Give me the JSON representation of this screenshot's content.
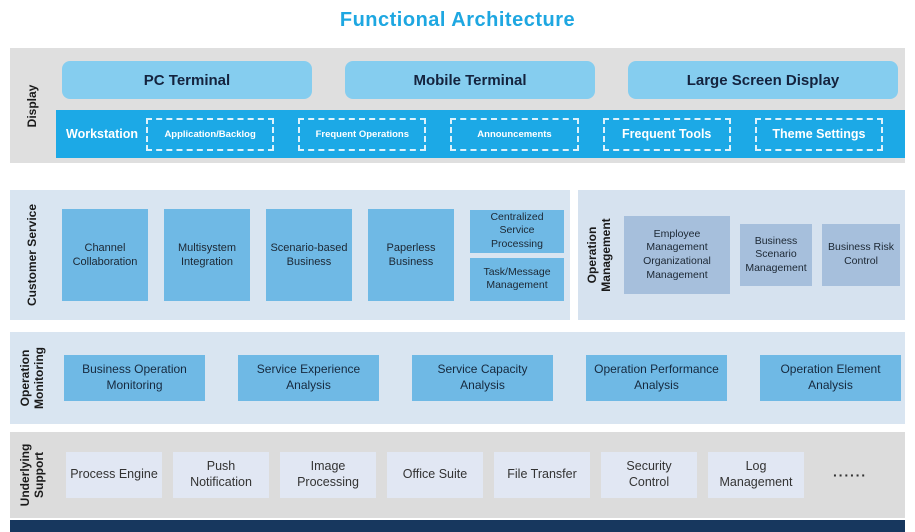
{
  "title": "Functional Architecture",
  "display": {
    "label": "Display",
    "terminals": [
      "PC Terminal",
      "Mobile Terminal",
      "Large Screen Display"
    ],
    "workstation": {
      "label": "Workstation",
      "items": [
        "Application/Backlog",
        "Frequent Operations",
        "Announcements",
        "Frequent Tools",
        "Theme Settings"
      ]
    }
  },
  "customer_service": {
    "label": "Customer Service",
    "boxes": [
      "Channel Collaboration",
      "Multisystem Integration",
      "Scenario-based Business",
      "Paperless Business"
    ],
    "stacked": [
      "Centralized Service Processing",
      "Task/Message Management"
    ]
  },
  "operation_management": {
    "label": "Operation Management",
    "boxes": [
      "Employee Management Organizational Management",
      "Business Scenario Management",
      "Business Risk Control"
    ]
  },
  "operation_monitoring": {
    "label": "Operation Monitoring",
    "boxes": [
      "Business Operation Monitoring",
      "Service Experience Analysis",
      "Service Capacity Analysis",
      "Operation Performance Analysis",
      "Operation Element Analysis"
    ]
  },
  "underlying_support": {
    "label": "Underlying Support",
    "boxes": [
      "Process Engine",
      "Push Notification",
      "Image Processing",
      "Office Suite",
      "File Transfer",
      "Security Control",
      "Log Management"
    ],
    "dots": "······"
  },
  "colors": {
    "title_accent": "#1ea7e1",
    "workstation_bar": "#1ca9e6",
    "terminal_button": "#85cdef",
    "blue_node": "#6fb9e5",
    "gray_blue_node": "#a6bfdc",
    "light_node": "#e1e7f3",
    "band_gray": "#dfdfdf",
    "band_blue": "#d9e5f1",
    "footer_navy": "#17375e"
  }
}
